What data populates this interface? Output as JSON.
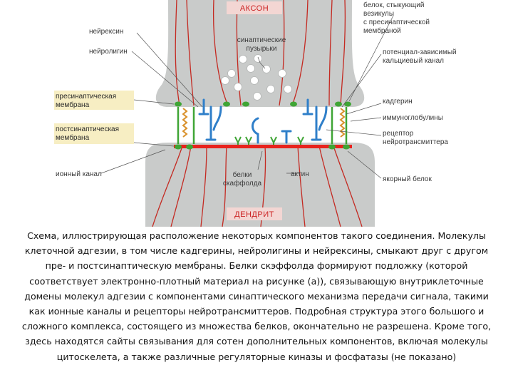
{
  "labels": {
    "axon": "АКСОН",
    "dendrite": "ДЕНДРИТ",
    "vesicle_protein": [
      "белок, стыкующий",
      "везикулы",
      "с пресинаптической",
      "мембраной"
    ],
    "neurexin": "нейрексин",
    "neuroligin": "нейролигин",
    "synaptic_vesicles": [
      "синаптические",
      "пузырьки"
    ],
    "calcium_channel": [
      "потенциал-зависимый",
      "кальциевый канал"
    ],
    "presynaptic_membrane": [
      "пресинаптическая",
      "мембрана"
    ],
    "postsynaptic_membrane": [
      "постсинаптическая",
      "мембрана"
    ],
    "cadherin": "кадгерин",
    "immunoglobulins": "иммуноглобулины",
    "receptor": [
      "рецептор",
      "нейротрансмиттера"
    ],
    "ion_channel": "ионный канал",
    "scaffold_proteins": [
      "белки",
      "скаффолда"
    ],
    "actin": "актин",
    "anchor_protein": "якорный белок"
  },
  "colors": {
    "cell": "#c9cbca",
    "actin_filament": "#c42a22",
    "scaffold": "#e8231d",
    "receptor_blue": "#2f7fc9",
    "adhesion_green": "#3fa535",
    "cadherin_orange": "#d9902a",
    "membrane_label_box": "#f7eec3",
    "title_box": "#f3d6d3"
  },
  "caption": "Схема, иллюстрирующая расположение некоторых компонентов такого соединения. Молекулы клеточной адгезии, в том числе кадгерины, нейролигины и нейрексины, смыкают друг с другом пре- и постсинаптическую мембраны. Белки скэффолда формируют подложку (которой соответствует электронно-плотный материал на рисунке (а)), связывающую внутриклеточные домены молекул адгезии с компонентами синаптического механизма передачи сигнала, такими как ионные каналы и рецепторы нейротрансмиттеров. Подробная структура этого большого и сложного комплекса, состоящего из множества белков, окончательно не разрешена. Кроме того, здесь находятся сайты связывания для сотен дополнительных компонентов, включая молекулы цитоскелета, а также различные регуляторные киназы и фосфатазы (не показано)"
}
